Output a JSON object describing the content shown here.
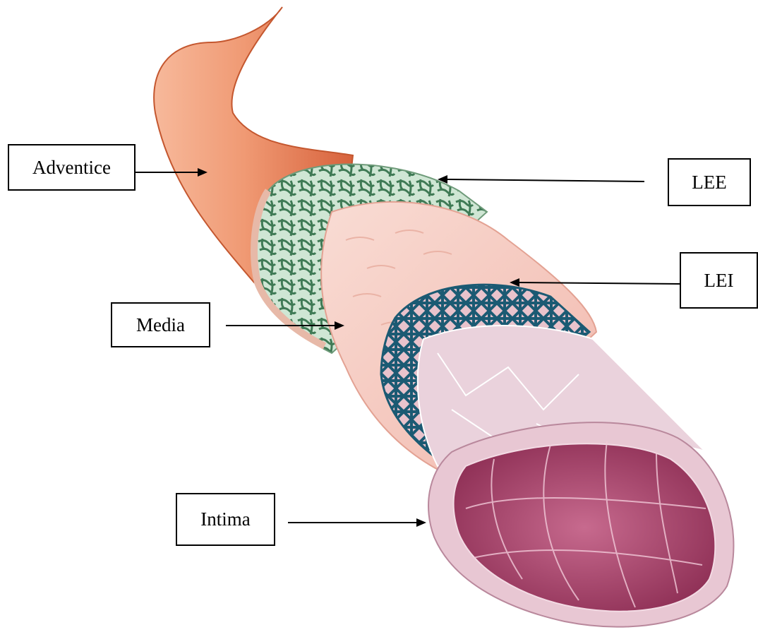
{
  "diagram": {
    "labels": {
      "adventice": "Adventice",
      "lee": "LEE",
      "lei": "LEI",
      "media": "Media",
      "intima": "Intima"
    },
    "colors": {
      "adventice": "#e47a52",
      "lee": "#c5e0cc",
      "media": "#f6cdc4",
      "lei": "#1b5a73",
      "intima": "#ead2dc",
      "lumen": "#9d3f64",
      "arrow": "#000000"
    }
  }
}
